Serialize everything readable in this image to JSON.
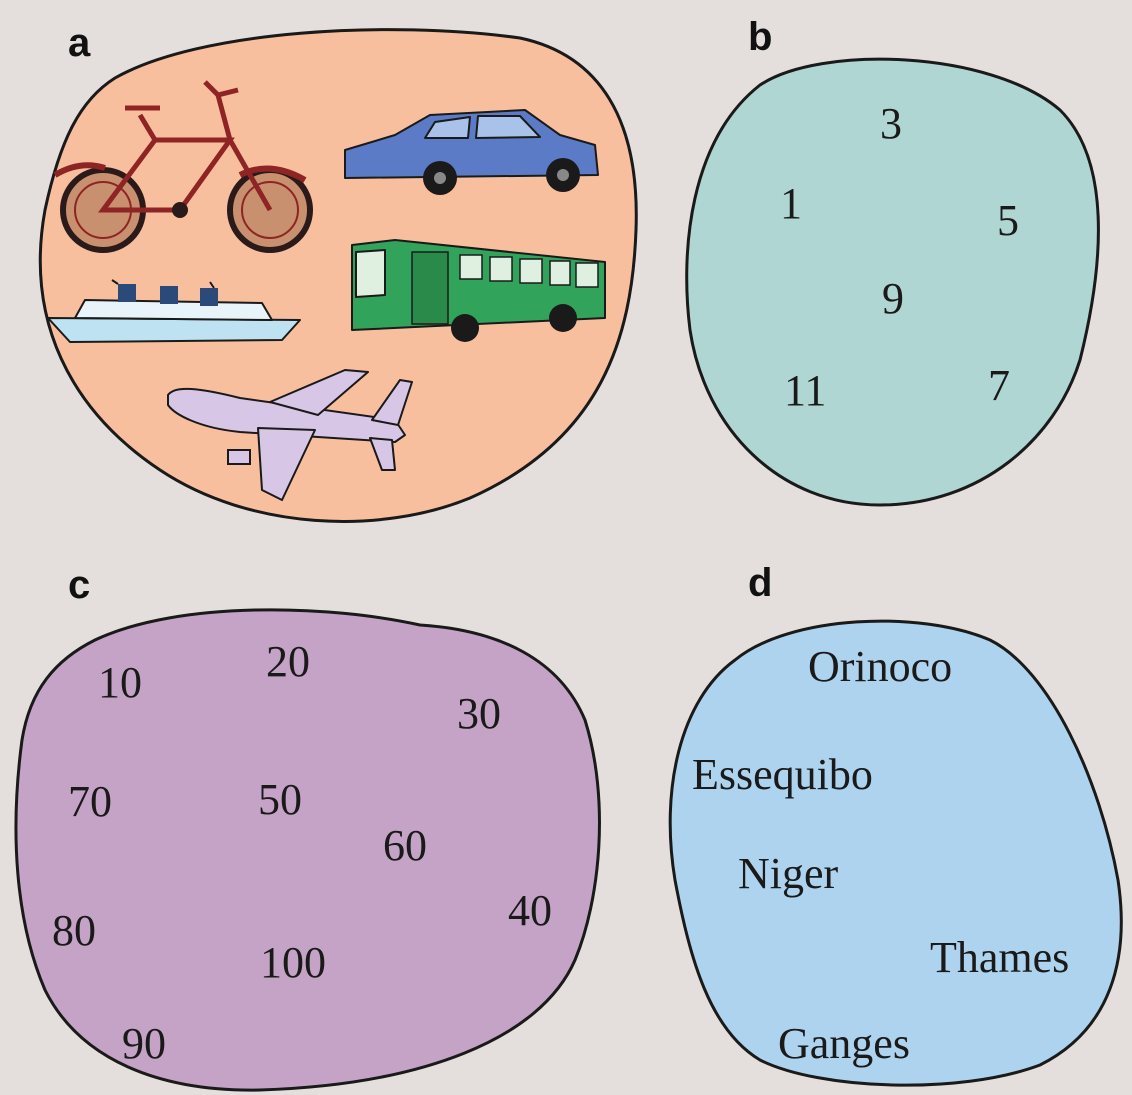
{
  "panels": {
    "a": {
      "label": "a",
      "color": "#f8bf9e",
      "items": [
        "bicycle",
        "car",
        "ship",
        "bus",
        "airplane"
      ]
    },
    "b": {
      "label": "b",
      "color": "#afd6d3",
      "numbers": [
        "3",
        "1",
        "5",
        "9",
        "11",
        "7"
      ]
    },
    "c": {
      "label": "c",
      "color": "#c5a3c6",
      "numbers": [
        "10",
        "20",
        "30",
        "70",
        "50",
        "60",
        "40",
        "80",
        "100",
        "90"
      ]
    },
    "d": {
      "label": "d",
      "color": "#aed3ef",
      "rivers": [
        "Orinoco",
        "Essequibo",
        "Niger",
        "Thames",
        "Ganges"
      ]
    }
  },
  "colors": {
    "background": "#e4dfdc",
    "bicycle": "#8e2424",
    "car": "#5b7bc7",
    "bus": "#31a35a",
    "ship": "#bfe2f2",
    "airplane": "#d8c6e6"
  }
}
